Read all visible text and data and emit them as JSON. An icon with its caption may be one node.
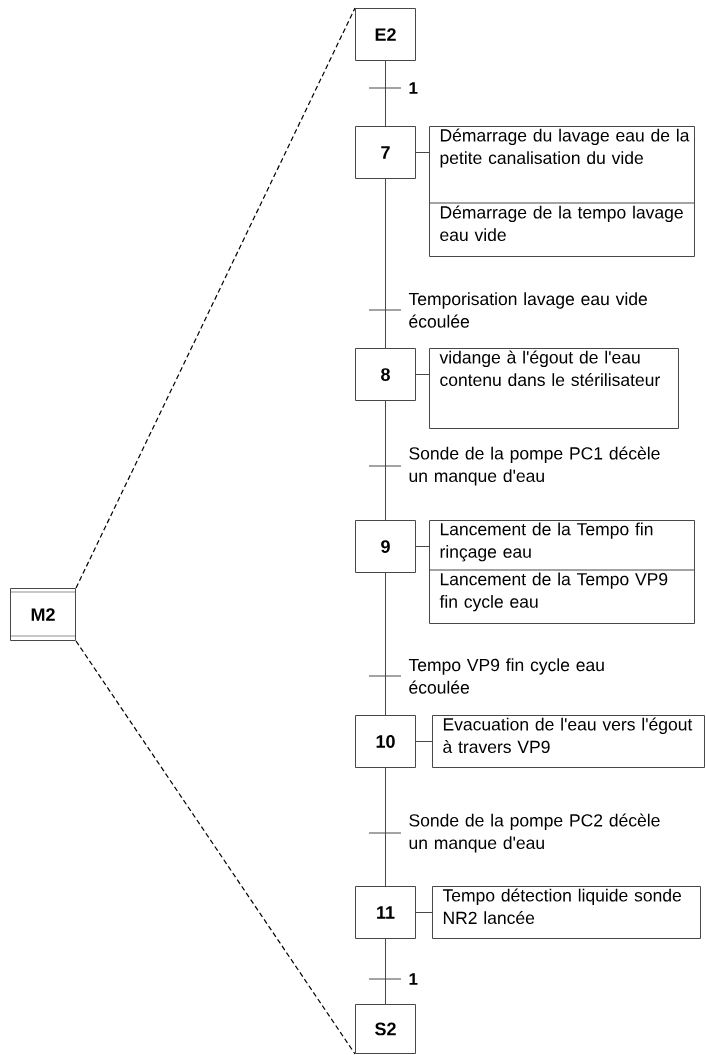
{
  "diagram": {
    "nodes": [
      {
        "text": [
          "M2"
        ]
      },
      {
        "text": [
          "E2"
        ]
      },
      {
        "text": [
          "7"
        ]
      },
      {
        "text": [
          "Démarrage du lavage eau de la petite canalisation du vide",
          "Démarrage de la tempo lavage eau vide"
        ]
      },
      {
        "text": [
          "8"
        ]
      },
      {
        "text": [
          "vidange à l'égout de l'eau contenu dans le stérilisateur"
        ]
      },
      {
        "text": [
          "9"
        ]
      },
      {
        "text": [
          "Lancement de la Tempo fin rinçage eau",
          "Lancement de la Tempo VP9 fin cycle eau"
        ]
      },
      {
        "text": [
          "10"
        ]
      },
      {
        "text": [
          "Evacuation de l'eau vers l'égout à travers VP9"
        ]
      },
      {
        "text": [
          "11"
        ]
      },
      {
        "text": [
          "Tempo détection liquide sonde NR2 lancée"
        ]
      },
      {
        "text": [
          "S2"
        ]
      }
    ],
    "edges": [
      {
        "from": 0,
        "to": 1,
        "arrow": "none",
        "style": "dashed"
      },
      {
        "from": 0,
        "to": 12,
        "arrow": "none",
        "style": "dashed"
      },
      {
        "from": 1,
        "to": 2,
        "arrow": "none",
        "label": "1"
      },
      {
        "from": 2,
        "to": 3,
        "arrow": "none"
      },
      {
        "from": 2,
        "to": 4,
        "arrow": "none",
        "label": "Temporisation lavage eau vide écoulée"
      },
      {
        "from": 4,
        "to": 5,
        "arrow": "none"
      },
      {
        "from": 4,
        "to": 6,
        "arrow": "none",
        "label": "Sonde de la pompe PC1 décèle un manque d'eau"
      },
      {
        "from": 6,
        "to": 7,
        "arrow": "none"
      },
      {
        "from": 6,
        "to": 8,
        "arrow": "none",
        "label": "Tempo VP9 fin cycle eau écoulée"
      },
      {
        "from": 8,
        "to": 9,
        "arrow": "none"
      },
      {
        "from": 8,
        "to": 10,
        "arrow": "none",
        "label": "Sonde de la pompe PC2 décèle un manque d'eau"
      },
      {
        "from": 10,
        "to": 11,
        "arrow": "none"
      },
      {
        "from": 10,
        "to": 12,
        "arrow": "none",
        "label": "1"
      }
    ]
  }
}
